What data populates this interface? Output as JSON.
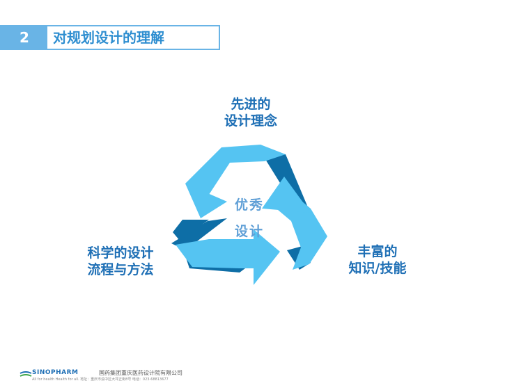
{
  "header": {
    "section_number": "2",
    "title": "对规划设计的理解"
  },
  "diagram": {
    "center_line_1": "优秀",
    "center_line_2": "设计",
    "top_label": [
      "先进的",
      "设计理念"
    ],
    "left_label": [
      "科学的设计",
      "流程与方法"
    ],
    "right_label": [
      "丰富的",
      "知识/技能"
    ]
  },
  "footer": {
    "brand": "SINOPHARM",
    "company": "国药集团重庆医药设计院有限公司",
    "tagline": "All for health  Health for all.  地址：重庆市渝中区大坪正街8号 电话：023-68813677"
  },
  "colors": {
    "accent": "#69b4e6",
    "title_text": "#2e8ed0",
    "label_text": "#1e6fb5",
    "arrow_light": "#55c4f2",
    "arrow_dark": "#0e6ea6",
    "center_text": "#5f9fd6"
  },
  "icons": {
    "logo": "sinopharm-logo-icon",
    "recycle": "recycle-arrows-icon"
  }
}
